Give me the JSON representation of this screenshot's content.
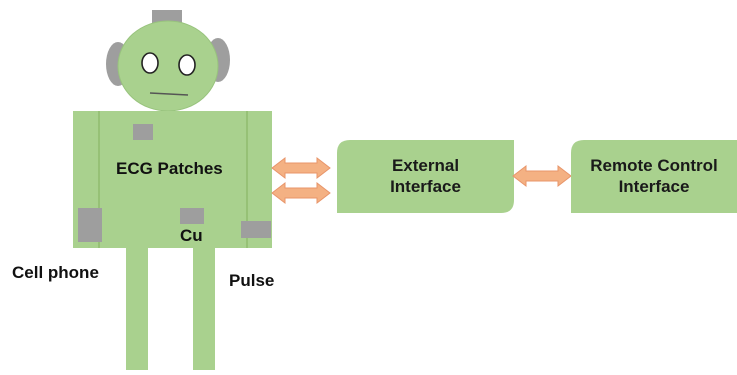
{
  "robot": {
    "torso_label": "ECG Patches",
    "sensor_label": "Cu",
    "left_leg_label": "Cell phone",
    "right_leg_label": "Pulse"
  },
  "external_interface": {
    "line1": "External",
    "line2": "Interface"
  },
  "remote_control_interface": {
    "line1": "Remote Control",
    "line2": "Interface"
  },
  "colors": {
    "green_fill": "#a9d18e",
    "green_dark": "#8fbc6f",
    "grey_patch": "#9e9e9e",
    "arrow_fill": "#f4b183",
    "arrow_stroke": "#e8956a"
  }
}
